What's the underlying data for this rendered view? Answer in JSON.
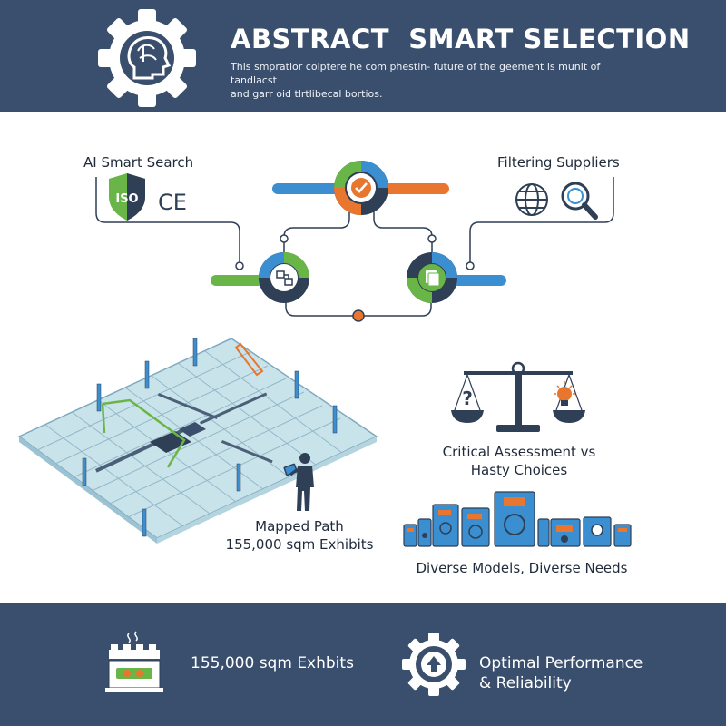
{
  "header": {
    "title": "ABSTRACT  SMART SELECTION",
    "description_line1": "This smpratior colptere he com phestin- future of the geement is munit of tandlacst",
    "description_line2": "and garr oid tlrtlibecal bortios."
  },
  "top_section": {
    "left_label": "AI Smart Search",
    "right_label": "Filtering Suppliers",
    "iso_badge": "ISO",
    "ce_mark": "CE"
  },
  "middle_section": {
    "assessment_line1": "Critical Assessment vs",
    "assessment_line2": "Hasty Choices",
    "map_line1": "Mapped Path",
    "map_line2": "155,000 sqm Exhibits",
    "models_label": "Diverse Models, Diverse Needs"
  },
  "footer": {
    "left_text": "155,000 sqm Exhbits",
    "right_line1": "Optimal Performance",
    "right_line2": "& Reliability"
  },
  "colors": {
    "navy": "#3a4f6d",
    "blue": "#3b8ed0",
    "green": "#6ab547",
    "orange": "#e8762f",
    "dark": "#2f3f56"
  }
}
